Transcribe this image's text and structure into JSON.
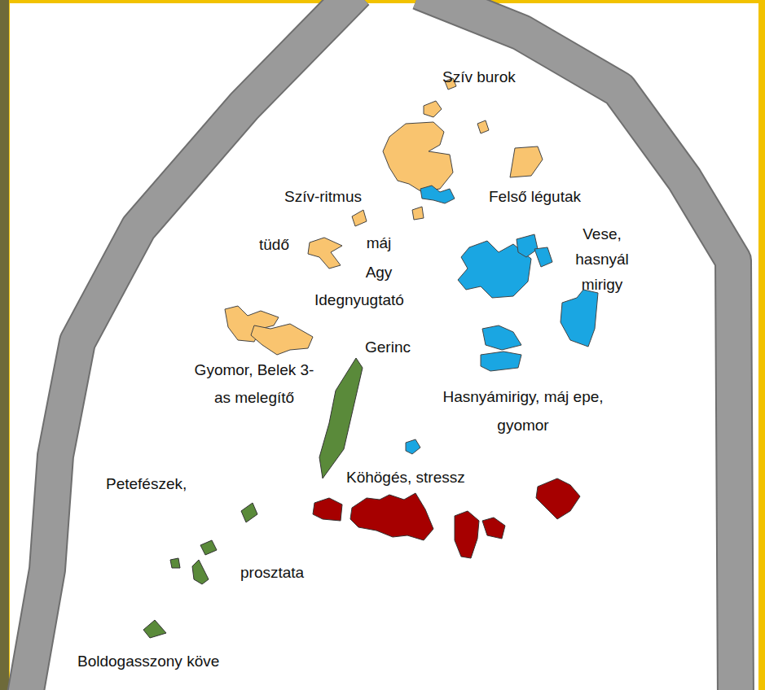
{
  "diagram": {
    "labels": [
      "Szív burok",
      "Szív-ritmus",
      "Felső légutak",
      "tüdő",
      "máj",
      "Agy",
      "Idegnyugtató",
      "Vese, hasnyál mirigy",
      "Gyomor, Belek 3-as melegítő",
      "Gerinc",
      "Hasnyámirigy, máj epe, gyomor",
      "Köhögés, stressz",
      "Petefészek,",
      "prosztata",
      "Boldogasszony köve"
    ]
  }
}
